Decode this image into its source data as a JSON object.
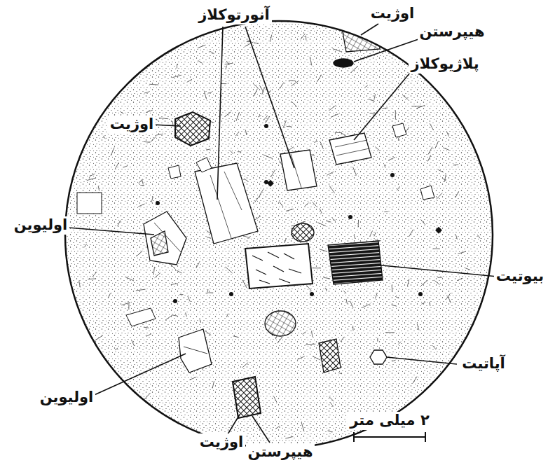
{
  "diagram": {
    "labels": [
      "آنورتوکلاز",
      "اوژیت",
      "هیپرستن",
      "پلاژیوکلاز",
      "اوژیت",
      "اولیوین",
      "بیوتیت",
      "اولیوین",
      "آپاتیت",
      "۲ میلی متر",
      "اوژیت",
      "هیپرستن"
    ]
  }
}
